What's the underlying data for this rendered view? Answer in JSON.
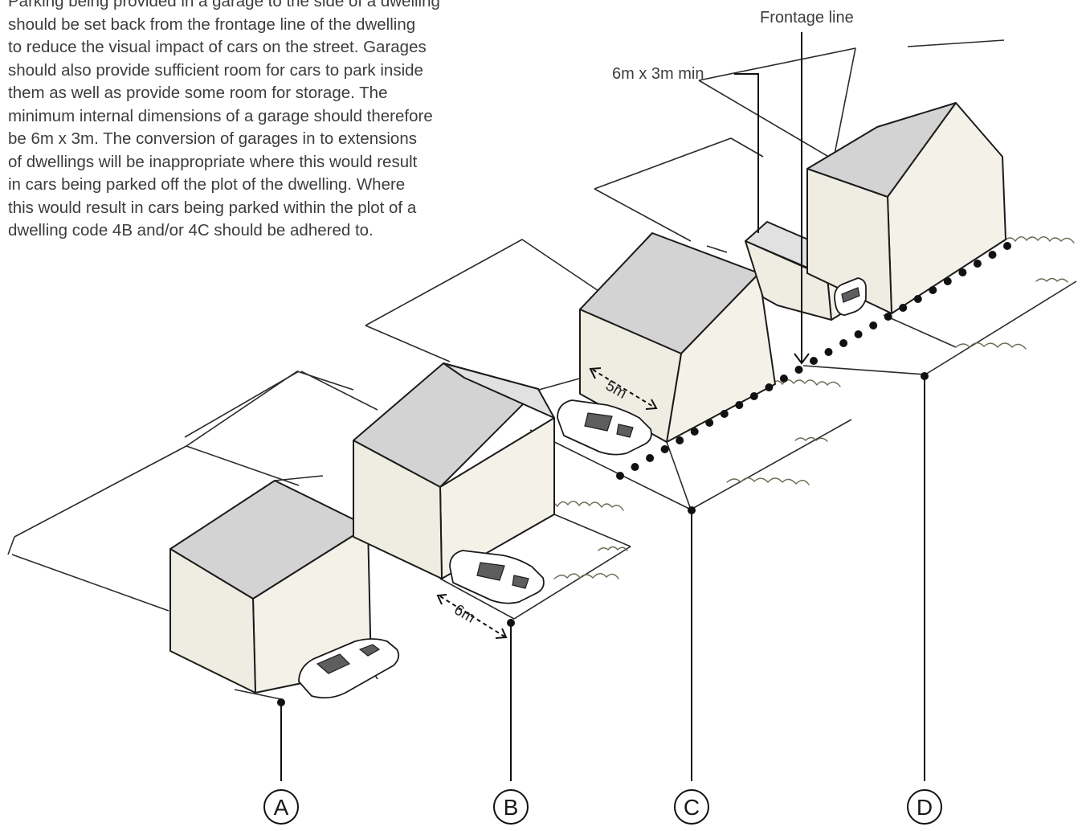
{
  "paragraph": {
    "lines": [
      "Parking being provided in a garage to the side of a dwelling",
      "should be set back from the frontage line of the dwelling",
      "to reduce the visual impact of cars on the street. Garages",
      "should also provide sufficient room for cars to park inside",
      "them as well as provide some room for storage. The",
      "minimum internal dimensions of a garage should therefore",
      "be 6m x 3m. The conversion of garages in to extensions",
      "of dwellings will be inappropriate where this would result",
      "in cars being parked off the plot of the dwelling. Where",
      "this would result in cars being parked within the plot of a",
      "dwelling code 4B and/or 4C should be adhered to."
    ]
  },
  "labels": {
    "frontage_line": "Frontage line",
    "garage_size": "6m x 3m min"
  },
  "dimensions": {
    "plot_b": "6m",
    "plot_c": "5m"
  },
  "markers": [
    "A",
    "B",
    "C",
    "D"
  ],
  "colors": {
    "wall": "#f4f2e8",
    "roof": "#d3d3d3",
    "car_glass": "#5e5e5e",
    "frontage_dots": "#111111"
  }
}
